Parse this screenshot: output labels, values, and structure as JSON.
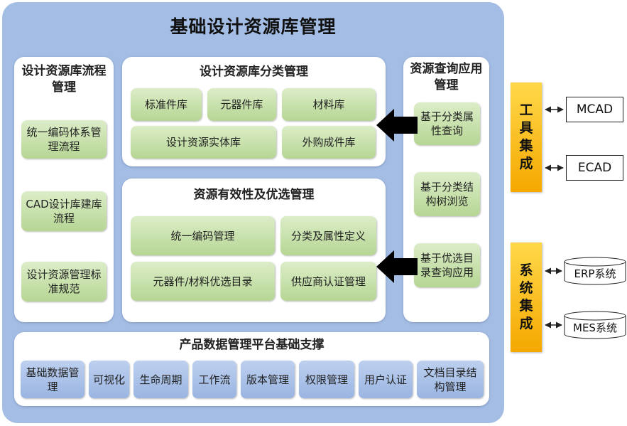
{
  "title": "基础设计资源库管理",
  "process_panel": {
    "title": "设计资源库流程管理",
    "items": [
      "统一编码体系管理流程",
      "CAD设计库建库流程",
      "设计资源管理标准规范"
    ]
  },
  "classification_panel": {
    "title": "设计资源库分类管理",
    "items": [
      "标准件库",
      "元器件库",
      "材料库",
      "设计资源实体库",
      "外购成件库"
    ]
  },
  "validity_panel": {
    "title": "资源有效性及优选管理",
    "items": [
      "统一编码管理",
      "分类及属性定义",
      "元器件/材料优选目录",
      "供应商认证管理"
    ]
  },
  "query_panel": {
    "title": "资源查询应用管理",
    "items": [
      "基于分类属性查询",
      "基于分类结构树浏览",
      "基于优选目录查询应用"
    ]
  },
  "platform_panel": {
    "title": "产品数据管理平台基础支撑",
    "items": [
      "基础数据管理",
      "可视化",
      "生命周期",
      "工作流",
      "版本管理",
      "权限管理",
      "用户认证",
      "文档目录结构管理"
    ]
  },
  "tool_integration": {
    "label": "工具集成",
    "targets": [
      "MCAD",
      "ECAD"
    ]
  },
  "system_integration": {
    "label": "系统集成",
    "targets": [
      "ERP系统",
      "MES系统"
    ]
  },
  "colors": {
    "outer_bg": "#a4bde4",
    "green_box": "#c6e1a9",
    "blue_box": "#a8c0e7",
    "orange_box": "#f8b800",
    "arrow": "#000000"
  }
}
